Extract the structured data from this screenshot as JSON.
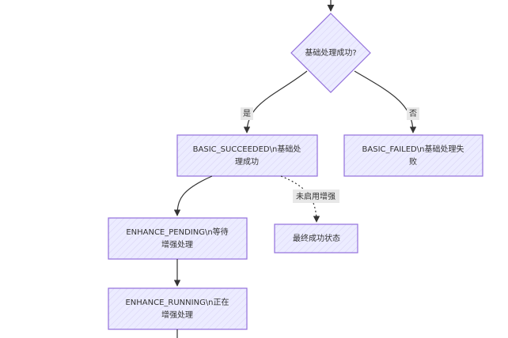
{
  "diagram": {
    "decision": {
      "label": "基础处理成功?"
    },
    "nodes": {
      "basic_succeeded": {
        "line1": "BASIC_SUCCEEDED\\n基础处",
        "line2": "理成功"
      },
      "basic_failed": {
        "line1": "BASIC_FAILED\\n基础处理失",
        "line2": "败"
      },
      "enhance_pending": {
        "line1": "ENHANCE_PENDING\\n等待",
        "line2": "增强处理"
      },
      "final_state": {
        "line1": "最终成功状态"
      },
      "enhance_running": {
        "line1": "ENHANCE_RUNNING\\n正在",
        "line2": "增强处理"
      }
    },
    "edges": {
      "yes": "是",
      "no": "否",
      "not_enabled": "未启用增强"
    }
  },
  "colors": {
    "node_fill": "#ECECFF",
    "node_stroke": "#9370DB",
    "edge": "#333333",
    "label_bg": "#E8E8E8"
  }
}
